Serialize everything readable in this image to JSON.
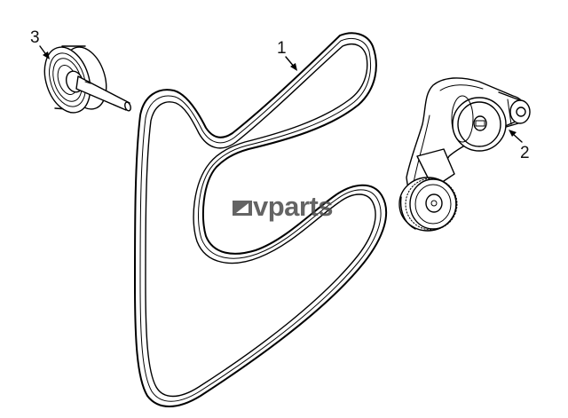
{
  "callouts": {
    "belt": "1",
    "tensioner": "2",
    "idler_pulley": "3"
  },
  "watermark": {
    "text": "vparts",
    "color": "#4a4a4a"
  },
  "colors": {
    "line": "#000000",
    "background": "#ffffff"
  }
}
